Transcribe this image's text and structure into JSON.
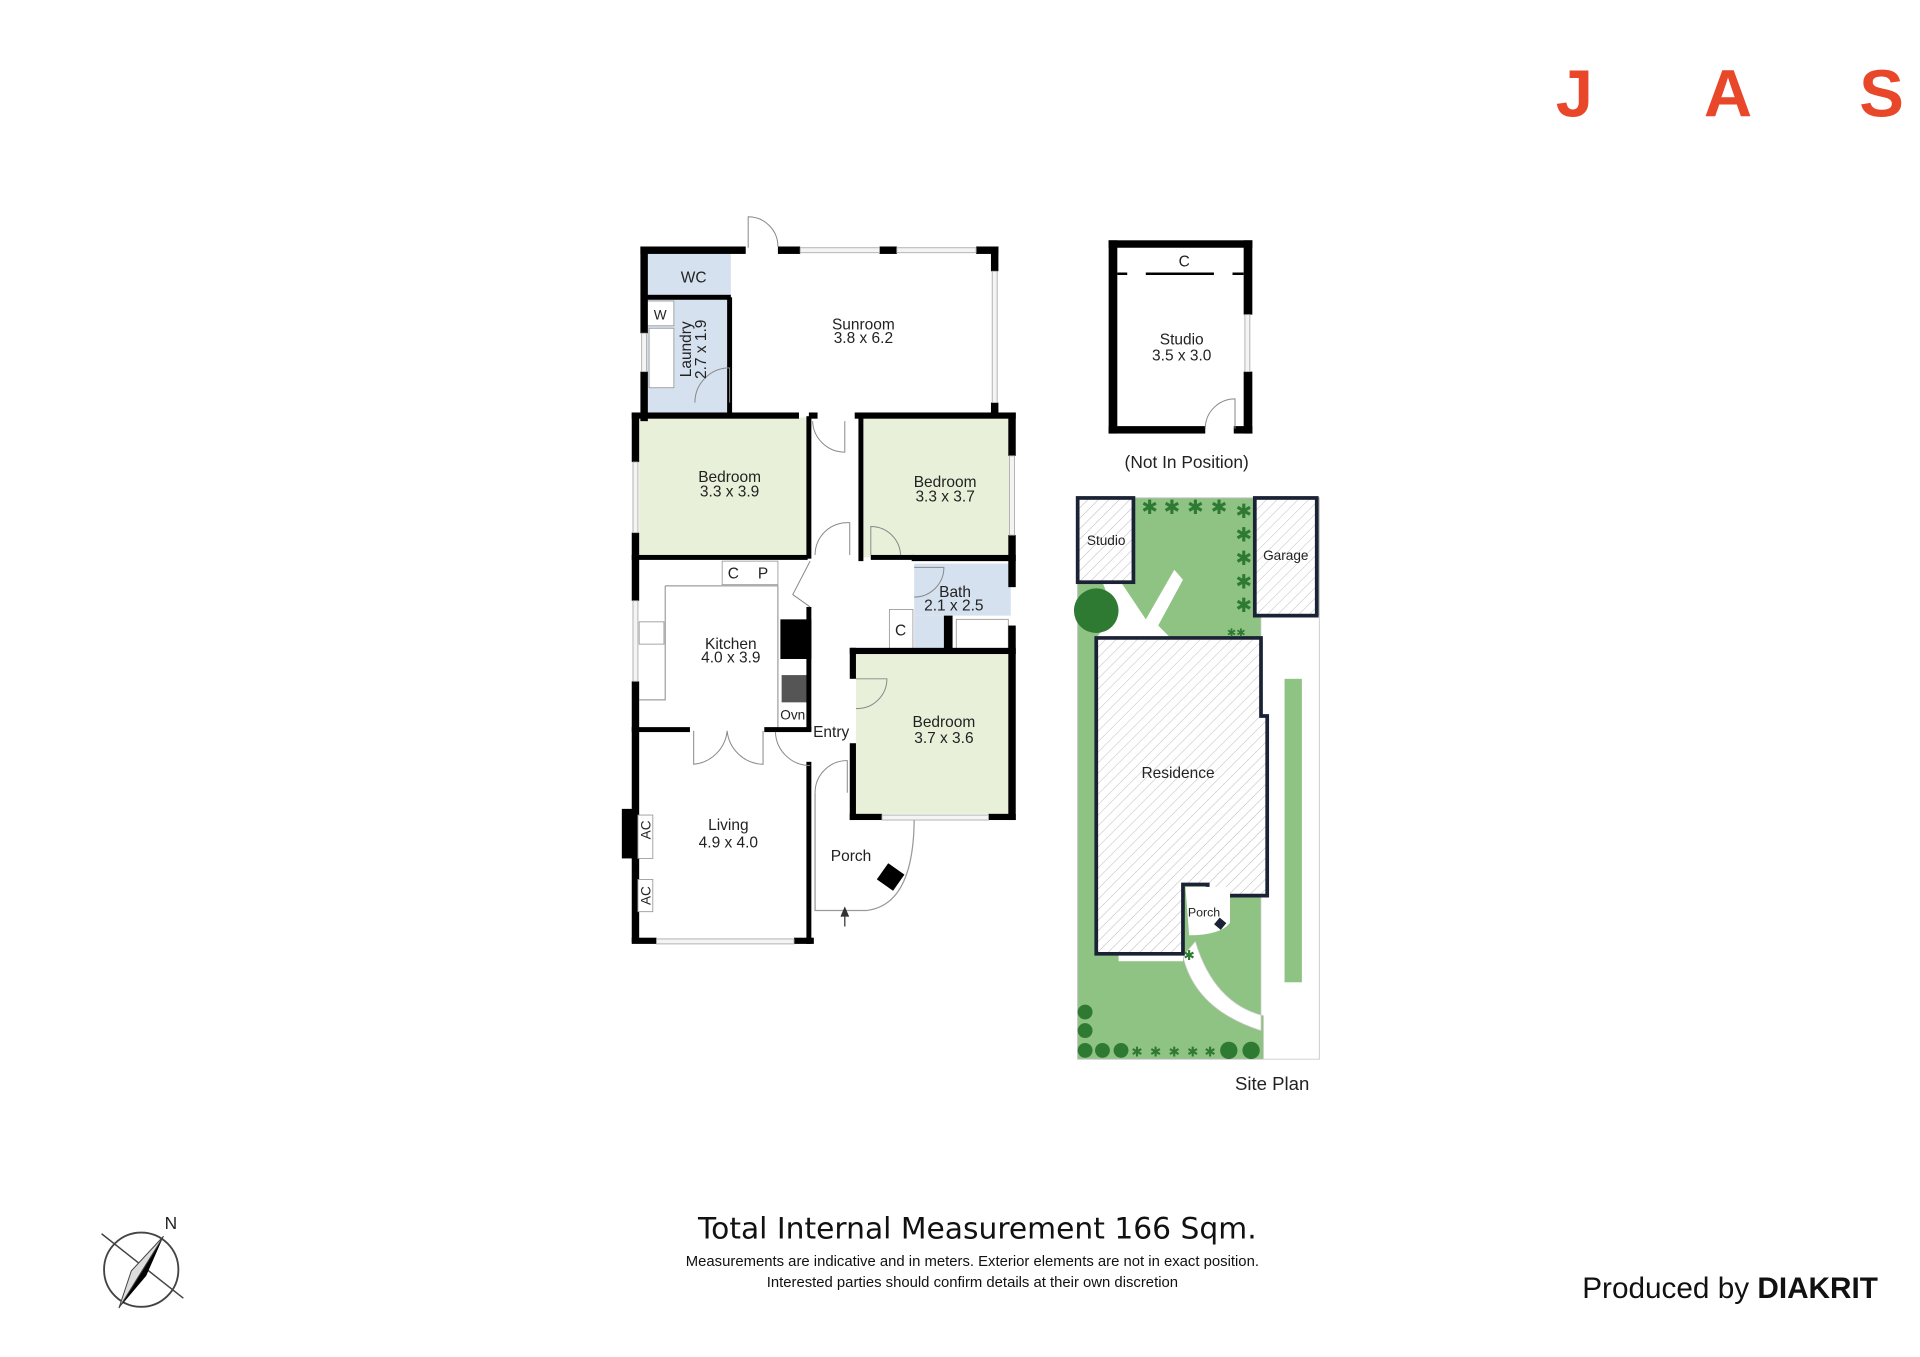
{
  "logo": {
    "letters": [
      "J",
      "A",
      "S"
    ],
    "color": "#e8472a"
  },
  "floor_plan": {
    "rooms": {
      "wc": {
        "name": "WC"
      },
      "laundry": {
        "name": "Laundry",
        "size": "2.7 x 1.9"
      },
      "washer": {
        "name": "W"
      },
      "sunroom": {
        "name": "Sunroom",
        "size": "3.8 x 6.2"
      },
      "bedroom1": {
        "name": "Bedroom",
        "size": "3.3 x 3.9"
      },
      "bedroom2": {
        "name": "Bedroom",
        "size": "3.3 x 3.7"
      },
      "kitchen": {
        "name": "Kitchen",
        "size": "4.0 x 3.9"
      },
      "bath": {
        "name": "Bath",
        "size": "2.1 x 2.5"
      },
      "bedroom3": {
        "name": "Bedroom",
        "size": "3.7 x 3.6"
      },
      "living": {
        "name": "Living",
        "size": "4.9 x 4.0"
      },
      "entry": {
        "name": "Entry"
      },
      "porch": {
        "name": "Porch"
      }
    },
    "fixtures": {
      "cupboard": "C",
      "pantry": "P",
      "oven": "Ovn",
      "ac1": "AC",
      "ac2": "AC",
      "hall_cupboard": "C"
    }
  },
  "studio_plan": {
    "name": "Studio",
    "size": "3.5 x 3.0",
    "cupboard": "C",
    "note": "(Not In Position)"
  },
  "site_plan": {
    "title": "Site Plan",
    "studio": "Studio",
    "garage": "Garage",
    "residence": "Residence",
    "porch": "Porch"
  },
  "compass": {
    "north": "N"
  },
  "footer": {
    "total": "Total Internal Measurement 166 Sqm.",
    "disclaimer1": "Measurements are indicative and in meters. Exterior elements are not in exact position.",
    "disclaimer2": "Interested parties should confirm details at their own discretion",
    "produced_by": "Produced by",
    "brand": "DIAKRIT"
  },
  "colors": {
    "bedroom": "#e9f0da",
    "wet": "#d5e1ef",
    "lawn": "#8fc383",
    "tree": "#2f7a32",
    "wall": "#000000"
  }
}
